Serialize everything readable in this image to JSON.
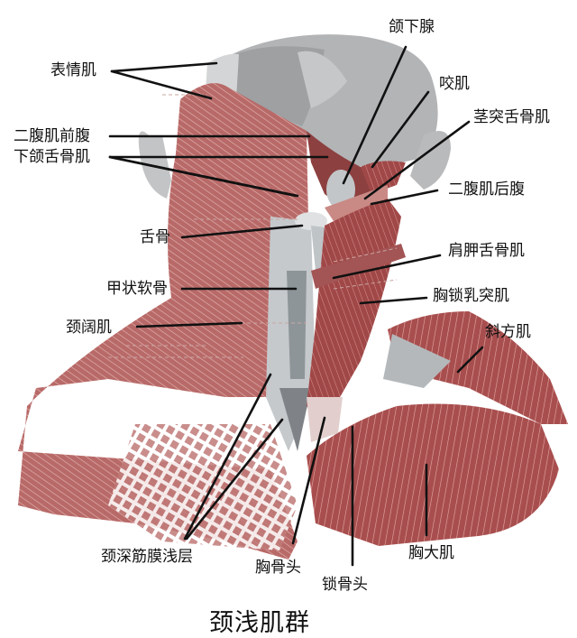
{
  "figure": {
    "title": "颈浅肌群",
    "colors": {
      "background": "#ffffff",
      "muscle": "#b5615f",
      "muscle_dark": "#8a3c3c",
      "muscle_light": "#d79b98",
      "fascia": "#c9cdd0",
      "head_gray": "#a7a9ab",
      "leader": "#111111"
    }
  },
  "labels": {
    "biaoqingji": "表情肌",
    "erfujiqianfu": "二腹肌前腹",
    "xiahanshegu": "下颌舌骨肌",
    "shegu": "舌骨",
    "jiazhuangruangu": "甲状软骨",
    "jingkuoji": "颈阔肌",
    "hanxiaxian": "颌下腺",
    "yaoji": "咬肌",
    "jingtusheguji": "茎突舌骨肌",
    "erfujihoufu": "二腹肌后腹",
    "jianjiasheguji": "肩胛舌骨肌",
    "xiongsuorutuji": "胸锁乳突肌",
    "xiefangji": "斜方肌",
    "jingshenjinmo": "颈深筋膜浅层",
    "xionggutou": "胸骨头",
    "suogutou": "锁骨头",
    "xiongdaji": "胸大肌"
  }
}
